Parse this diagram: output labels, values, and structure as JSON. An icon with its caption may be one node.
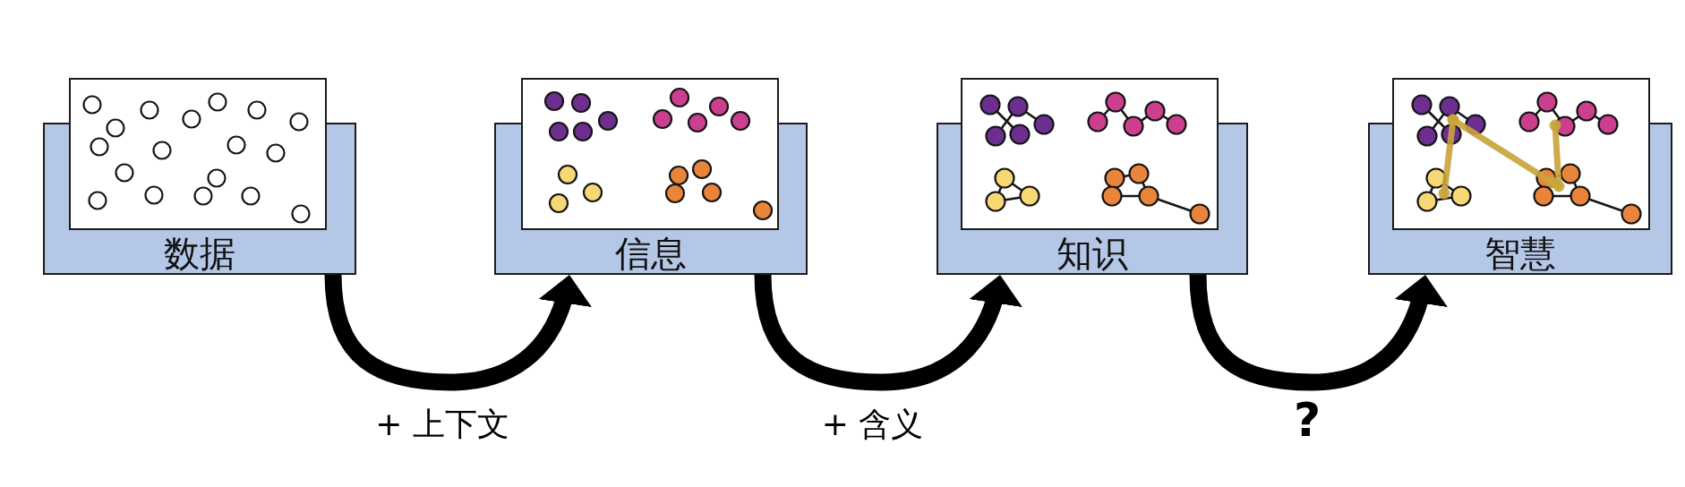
{
  "diagram": {
    "nodes": [
      {
        "text": [
          "数据"
        ]
      },
      {
        "text": [
          "信息"
        ]
      },
      {
        "text": [
          "知识"
        ]
      },
      {
        "text": [
          "智慧"
        ]
      }
    ],
    "edges": [
      {
        "from": 0,
        "to": 1,
        "arrow": "to",
        "label": "+ 上下文"
      },
      {
        "from": 1,
        "to": 2,
        "arrow": "to",
        "label": "+ 含义"
      },
      {
        "from": 2,
        "to": 3,
        "arrow": "to",
        "label": "?"
      }
    ]
  }
}
